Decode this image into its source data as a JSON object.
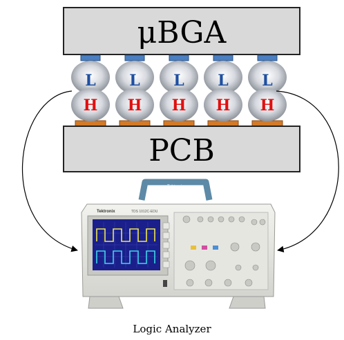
{
  "diagram": {
    "chip_label": "μBGA",
    "board_label": "PCB",
    "ball_top_label": "L",
    "ball_bottom_label": "H",
    "instrument_caption": "Logic Analyzer",
    "brand_text": "Tektronix",
    "model_text": "TDS 1012C-EDU",
    "ball_count": 5,
    "colors": {
      "pad_top": "#4a7fc1",
      "pad_bottom": "#d27a2a",
      "label_low": "#1f4fa0",
      "label_high": "#e01010",
      "block_fill": "#d9d9d9",
      "screen_bg": "#1a1f8c",
      "trace_yellow": "#f2e84a",
      "trace_cyan": "#3fd6e8"
    }
  }
}
